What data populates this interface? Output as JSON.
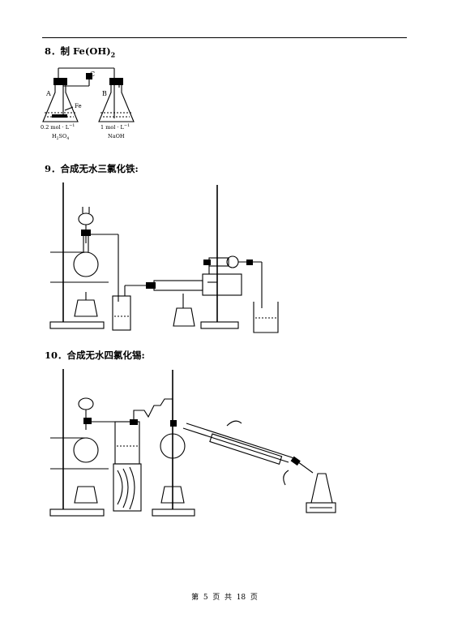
{
  "section8": {
    "number": "8",
    "title": "制 Fe(OH)",
    "subscript": "2",
    "labels": {
      "A": "A",
      "B": "B",
      "C": "C",
      "Fe": "Fe",
      "conc_a": "0.2 mol · L",
      "conc_b": "1 mol · L",
      "sup": "−1",
      "h2so4_prefix": "H",
      "h2so4_sub1": "2",
      "h2so4_mid": "SO",
      "h2so4_sub2": "4",
      "naoh": "NaOH"
    }
  },
  "section9": {
    "number": "9",
    "title": "合成无水三氯化铁:"
  },
  "section10": {
    "number": "10",
    "title": "合成无水四氯化锡:"
  },
  "footer": {
    "text": "第  5  页  共  18  页"
  }
}
